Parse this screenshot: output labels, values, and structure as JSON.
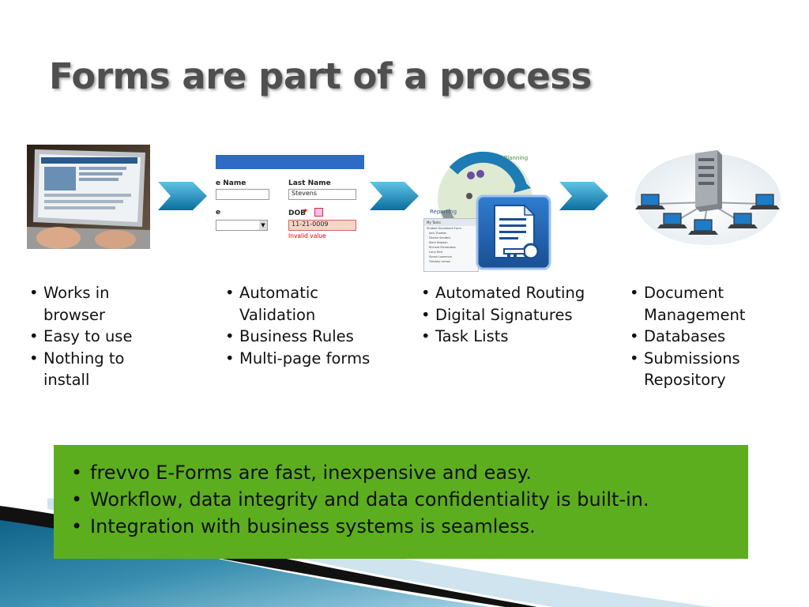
{
  "slide": {
    "title": "Forms are part of a process"
  },
  "columns": [
    {
      "items": [
        "Works in browser",
        "Easy to use",
        "Nothing to install"
      ]
    },
    {
      "items": [
        "Automatic Validation",
        "Business Rules",
        "Multi-page forms"
      ]
    },
    {
      "items": [
        "Automated Routing",
        "Digital Signatures",
        "Task Lists"
      ]
    },
    {
      "items": [
        "Document Management",
        "Databases",
        "Submissions Repository"
      ]
    }
  ],
  "form_snippet": {
    "first_name_label": "e Name",
    "last_name_label": "Last Name",
    "last_name_value": "Stevens",
    "dob_label": "DOB",
    "required_mark": "*",
    "dob_value": "11-21-0009",
    "error_text": "Invalid value",
    "partial_label": "e"
  },
  "workflow_image": {
    "planning_label": "Planning",
    "reporting_label": "Reporting",
    "tasks_header": "My Tasks",
    "tasks": [
      "Student Enrollment Form",
      "Jack Thomas",
      "Denise Sanders",
      "Mark Dawson",
      "Richard Richardson",
      "Larry Bird",
      "Simon Lawrence",
      "Timothy Lemon"
    ]
  },
  "summary": {
    "items": [
      "frevvo E-Forms are fast, inexpensive and easy.",
      "Workflow, data integrity and data confidentiality is built-in.",
      "Integration with business systems is seamless."
    ]
  },
  "colors": {
    "title": "#4f4f4f",
    "green_box": "#5cae1f",
    "arrow": "#1a8fc0",
    "swoosh_blue": "#3a8fb0"
  }
}
